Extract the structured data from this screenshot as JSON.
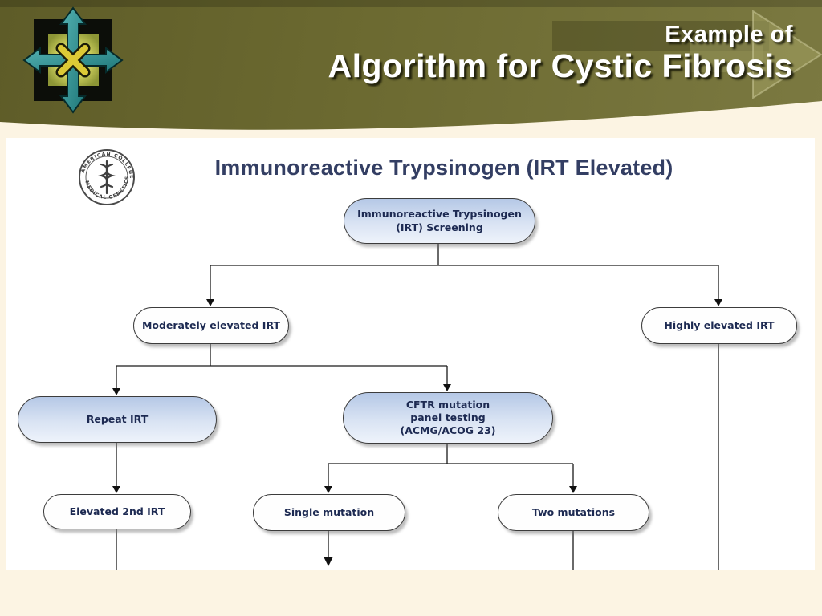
{
  "slide": {
    "header": {
      "title_line1": "Example of",
      "title_line2": "Algorithm for Cystic Fibrosis",
      "logo_name": "compass-cross-logo",
      "colors": {
        "band_olive": "#6c6a31",
        "band_dark_strip": "#4e4d1d",
        "arrow_decoration": "#8a884c",
        "title_text": "#ffffff"
      }
    },
    "background_color": "#fcf4e3",
    "diagram": {
      "title": "Immunoreactive Trypsinogen (IRT Elevated)",
      "seal": {
        "name": "american-college-medical-genetics-seal",
        "rim_top": "AMERICAN COLLEGE",
        "rim_bottom": "MEDICAL GENETICS"
      },
      "colors": {
        "node_blue_top": "#b5c8e6",
        "node_blue_bottom": "#eef3fb",
        "node_text": "#1d2a52",
        "title_text": "#333e63",
        "connector": "#1a1a1a"
      },
      "nodes": [
        {
          "id": "irt-screening",
          "label": "Immunoreactive Trypsinogen\n(IRT) Screening",
          "style": "blue"
        },
        {
          "id": "moderately-elevated-irt",
          "label": "Moderately elevated IRT",
          "style": "white"
        },
        {
          "id": "highly-elevated-irt",
          "label": "Highly elevated IRT",
          "style": "white"
        },
        {
          "id": "repeat-irt",
          "label": "Repeat IRT",
          "style": "blue"
        },
        {
          "id": "cftr-panel",
          "label": "CFTR mutation\npanel testing\n(ACMG/ACOG 23)",
          "style": "blue"
        },
        {
          "id": "elevated-2nd-irt",
          "label": "Elevated 2nd IRT",
          "style": "white"
        },
        {
          "id": "single-mutation",
          "label": "Single mutation",
          "style": "white"
        },
        {
          "id": "two-mutations",
          "label": "Two mutations",
          "style": "white"
        }
      ],
      "edges": [
        {
          "from": "irt-screening",
          "to": "moderately-elevated-irt"
        },
        {
          "from": "irt-screening",
          "to": "highly-elevated-irt"
        },
        {
          "from": "moderately-elevated-irt",
          "to": "repeat-irt"
        },
        {
          "from": "moderately-elevated-irt",
          "to": "cftr-panel"
        },
        {
          "from": "repeat-irt",
          "to": "elevated-2nd-irt"
        },
        {
          "from": "cftr-panel",
          "to": "single-mutation"
        },
        {
          "from": "cftr-panel",
          "to": "two-mutations"
        },
        {
          "from": "elevated-2nd-irt",
          "to": "(continues below)"
        },
        {
          "from": "single-mutation",
          "to": "(continues below)"
        },
        {
          "from": "two-mutations",
          "to": "(continues below)"
        },
        {
          "from": "highly-elevated-irt",
          "to": "(continues below)"
        }
      ]
    }
  }
}
